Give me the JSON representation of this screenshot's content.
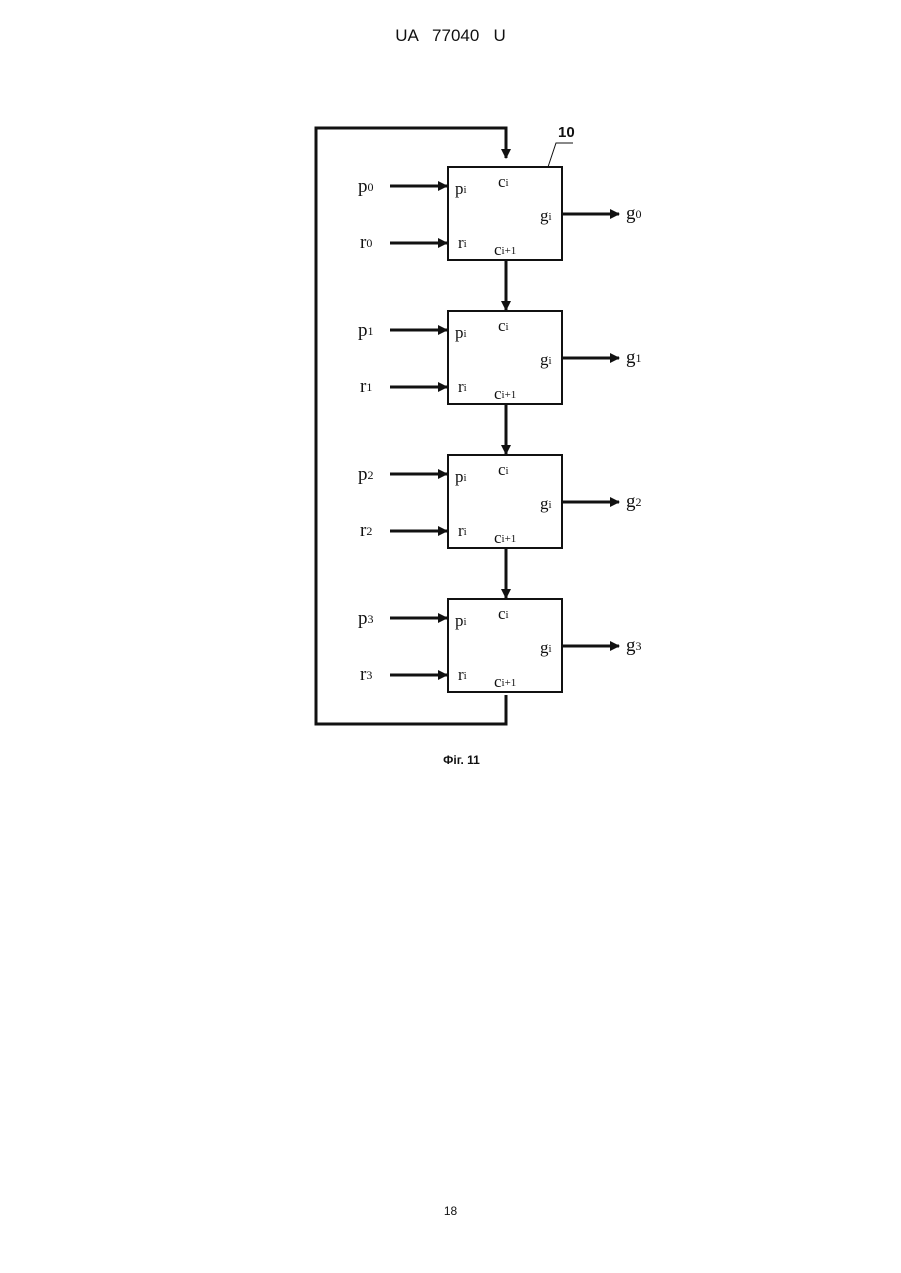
{
  "header": {
    "doc_number": "UA   77040   U"
  },
  "figure": {
    "ref_label": "10",
    "caption": "Фіг. 11",
    "block_ports": {
      "carry_in": "c",
      "carry_in_sub": "i",
      "carry_out": "c",
      "carry_out_sub": "i+1",
      "p_in": "p",
      "p_in_sub": "i",
      "r_in": "r",
      "r_in_sub": "i",
      "g_out": "g",
      "g_out_sub": "i"
    },
    "stages": [
      {
        "p": "p",
        "p_sub": "0",
        "r": "r",
        "r_sub": "0",
        "g": "g",
        "g_sub": "0"
      },
      {
        "p": "p",
        "p_sub": "1",
        "r": "r",
        "r_sub": "1",
        "g": "g",
        "g_sub": "1"
      },
      {
        "p": "p",
        "p_sub": "2",
        "r": "r",
        "r_sub": "2",
        "g": "g",
        "g_sub": "2"
      },
      {
        "p": "p",
        "p_sub": "3",
        "r": "r",
        "r_sub": "3",
        "g": "g",
        "g_sub": "3"
      }
    ]
  },
  "footer": {
    "page_number": "18"
  }
}
